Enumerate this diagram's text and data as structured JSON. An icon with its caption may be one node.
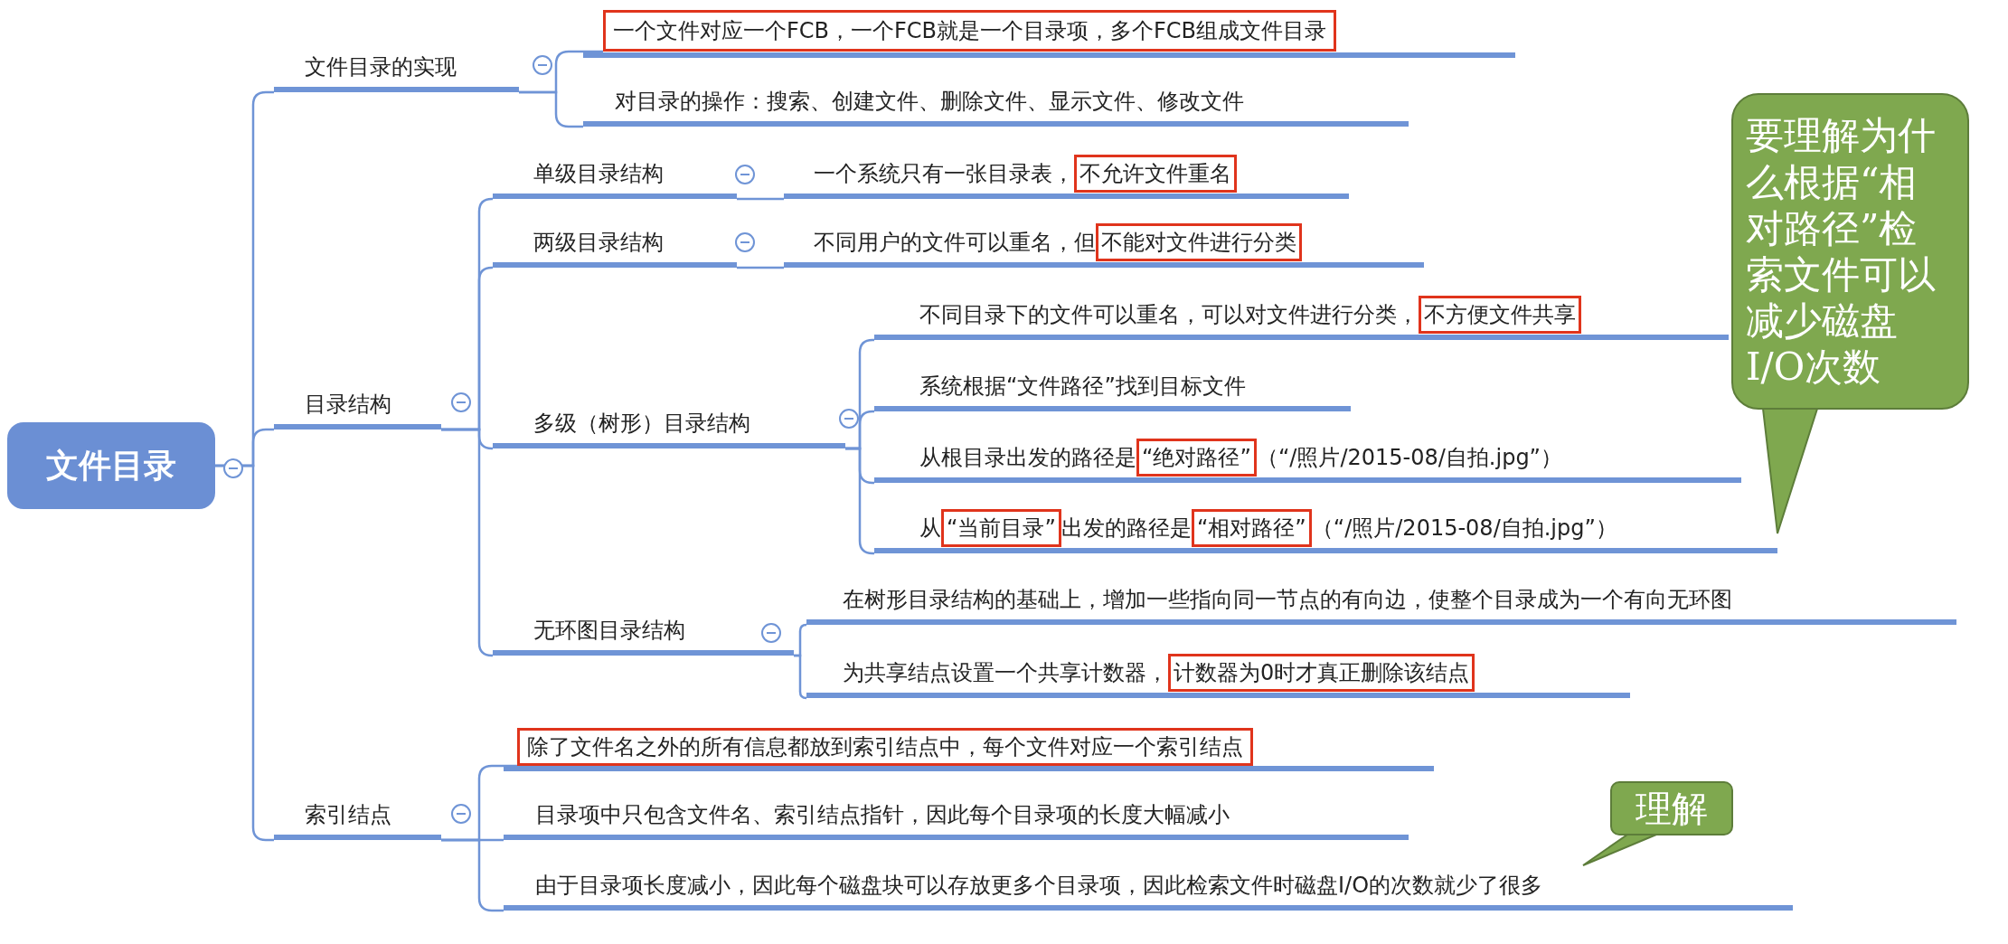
{
  "diagram": {
    "nodes": [
      {
        "text": [
          "文件目录"
        ]
      },
      {
        "text": [
          "文件目录的实现"
        ]
      },
      {
        "text": [
          "一个文件对应一个FCB，一个FCB就是一个目录项，多个FCB组成文件目录"
        ]
      },
      {
        "text": [
          "对目录的操作：搜索、创建文件、删除文件、显示文件、修改文件"
        ]
      },
      {
        "text": [
          "目录结构"
        ]
      },
      {
        "text": [
          "单级目录结构"
        ]
      },
      {
        "text": [
          "一个系统只有一张目录表，"
        ]
      },
      {
        "text": [
          "不允许文件重名"
        ],
        "in": 6
      },
      {
        "text": [
          "两级目录结构"
        ]
      },
      {
        "text": [
          "不同用户的文件可以重名，但"
        ]
      },
      {
        "text": [
          "不能对文件进行分类"
        ],
        "in": 9
      },
      {
        "text": [
          "多级（树形）目录结构"
        ]
      },
      {
        "text": [
          "不同目录下的文件可以重名，可以对文件进行分类，"
        ]
      },
      {
        "text": [
          "不方便文件共享"
        ],
        "in": 12
      },
      {
        "text": [
          "系统根据“文件路径”找到目标文件"
        ]
      },
      {
        "text": [
          "从根目录出发的路径是",
          "（“/照片/2015-08/自拍.jpg”）"
        ]
      },
      {
        "text": [
          "“绝对路径”"
        ],
        "in": 15
      },
      {
        "text": [
          "从",
          "出发的路径是",
          "（“/照片/2015-08/自拍.jpg”）"
        ]
      },
      {
        "text": [
          "“当前目录”"
        ],
        "in": 17
      },
      {
        "text": [
          "“相对路径”"
        ],
        "in": 17
      },
      {
        "text": [
          "无环图目录结构"
        ]
      },
      {
        "text": [
          "在树形目录结构的基础上，增加一些指向同一节点的有向边，使整个目录成为一个有向无环图"
        ]
      },
      {
        "text": [
          "为共享结点设置一个共享计数器，"
        ]
      },
      {
        "text": [
          "计数器为0时才真正删除该结点"
        ],
        "in": 22
      },
      {
        "text": [
          "索引结点"
        ]
      },
      {
        "text": [
          "除了文件名之外的所有信息都放到索引结点中，每个文件对应一个索引结点"
        ]
      },
      {
        "text": [
          "目录项中只包含文件名、索引结点指针，因此每个目录项的长度大幅减小"
        ]
      },
      {
        "text": [
          "由于目录项长度减小，因此每个磁盘块可以存放更多个目录项，因此检索文件时磁盘I/O的次数就少了很多"
        ]
      },
      {
        "text": [
          "要理解为什么根据“相对路径”检索文件可以减少磁盘I/O次数"
        ]
      },
      {
        "text": [
          "理解"
        ]
      }
    ],
    "edges": [
      {
        "from": 0,
        "to": 1,
        "arrow": "none"
      },
      {
        "from": 0,
        "to": 4,
        "arrow": "none"
      },
      {
        "from": 0,
        "to": 24,
        "arrow": "none"
      },
      {
        "from": 1,
        "to": 2,
        "arrow": "none"
      },
      {
        "from": 1,
        "to": 3,
        "arrow": "none"
      },
      {
        "from": 4,
        "to": 5,
        "arrow": "none"
      },
      {
        "from": 4,
        "to": 8,
        "arrow": "none"
      },
      {
        "from": 4,
        "to": 11,
        "arrow": "none"
      },
      {
        "from": 4,
        "to": 20,
        "arrow": "none"
      },
      {
        "from": 5,
        "to": 6,
        "arrow": "none"
      },
      {
        "from": 8,
        "to": 9,
        "arrow": "none"
      },
      {
        "from": 11,
        "to": 12,
        "arrow": "none"
      },
      {
        "from": 11,
        "to": 14,
        "arrow": "none"
      },
      {
        "from": 11,
        "to": 15,
        "arrow": "none"
      },
      {
        "from": 11,
        "to": 17,
        "arrow": "none"
      },
      {
        "from": 20,
        "to": 21,
        "arrow": "none"
      },
      {
        "from": 20,
        "to": 22,
        "arrow": "none"
      },
      {
        "from": 24,
        "to": 25,
        "arrow": "none"
      },
      {
        "from": 24,
        "to": 26,
        "arrow": "none"
      },
      {
        "from": 24,
        "to": 27,
        "arrow": "none"
      },
      {
        "from": 28,
        "to": 17,
        "arrow": "none",
        "color": "#7fa84f"
      },
      {
        "from": 29,
        "to": 27,
        "arrow": "none",
        "color": "#7fa84f"
      }
    ]
  }
}
